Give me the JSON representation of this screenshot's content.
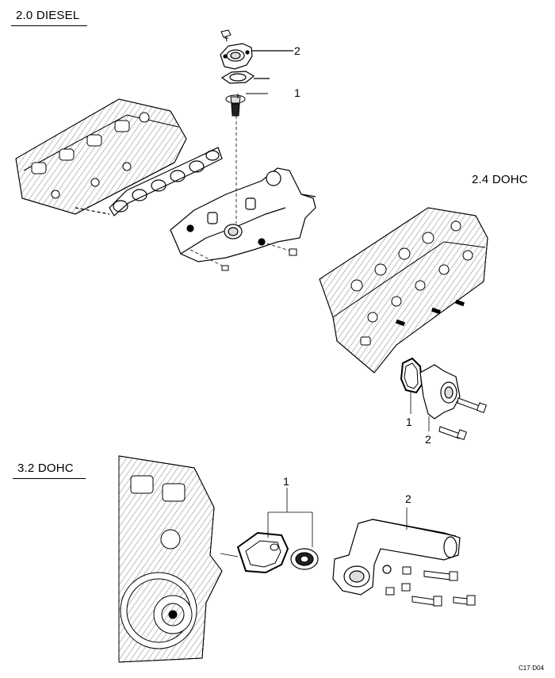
{
  "sections": {
    "diesel": {
      "title": "2.0 DIESEL",
      "callout_1": "1",
      "callout_2": "2"
    },
    "dohc24": {
      "title": "2.4 DOHC",
      "callout_1": "1",
      "callout_2": "2"
    },
    "dohc32": {
      "title": "3.2 DOHC",
      "callout_1": "1",
      "callout_2": "2"
    }
  },
  "figure_code": "C17·D04",
  "colors": {
    "ink": "#000000",
    "background": "#ffffff",
    "shade": "#dddddd"
  }
}
